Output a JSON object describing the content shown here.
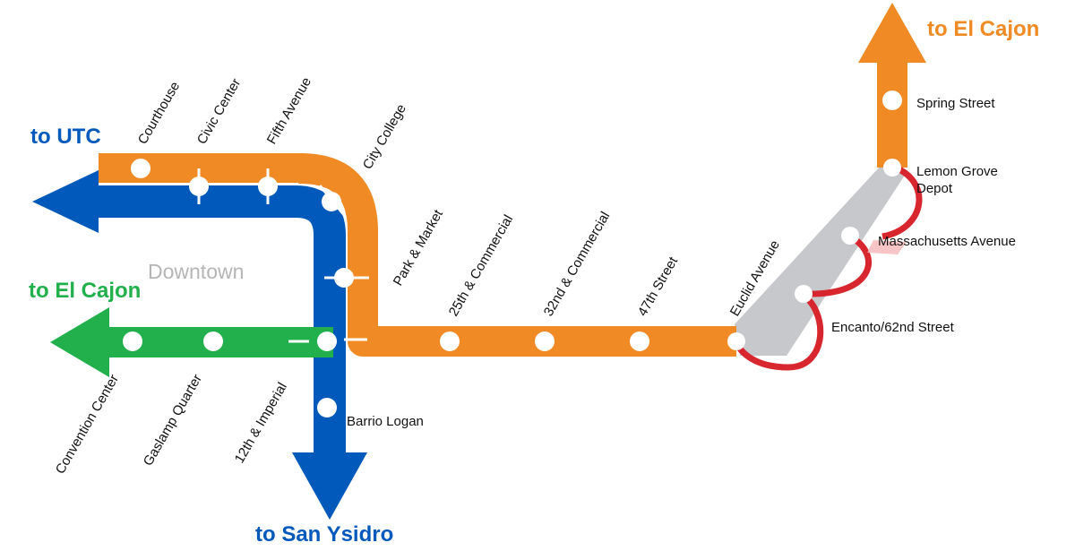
{
  "colors": {
    "orange_line": "#f08a24",
    "blue_line": "#0059bb",
    "green_line": "#21b04b",
    "special_event": "#d7262e",
    "shared_track": "#c7c8cc",
    "station_dot": "#ffffff",
    "area_label": "#b5b5b5"
  },
  "destinations": {
    "utc": "to UTC",
    "el_cajon_green": "to El Cajon",
    "el_cajon_orange": "to El Cajon",
    "san_ysidro": "to San Ysidro"
  },
  "area": {
    "downtown": "Downtown"
  },
  "stations": {
    "courthouse": "Courthouse",
    "civic_center": "Civic Center",
    "fifth_avenue": "Fifth Avenue",
    "city_college": "City College",
    "park_market": "Park & Market",
    "c25": "25th & Commercial",
    "c32": "32nd & Commercial",
    "s47": "47th Street",
    "euclid": "Euclid Avenue",
    "encanto": "Encanto/62nd Street",
    "massachusetts": "Massachusetts Avenue",
    "lemon_grove_1": "Lemon Grove",
    "lemon_grove_2": "Depot",
    "spring_street": "Spring Street",
    "convention_center": "Convention Center",
    "gaslamp": "Gaslamp Quarter",
    "imperial": "12th & Imperial",
    "barrio_logan": "Barrio Logan"
  }
}
